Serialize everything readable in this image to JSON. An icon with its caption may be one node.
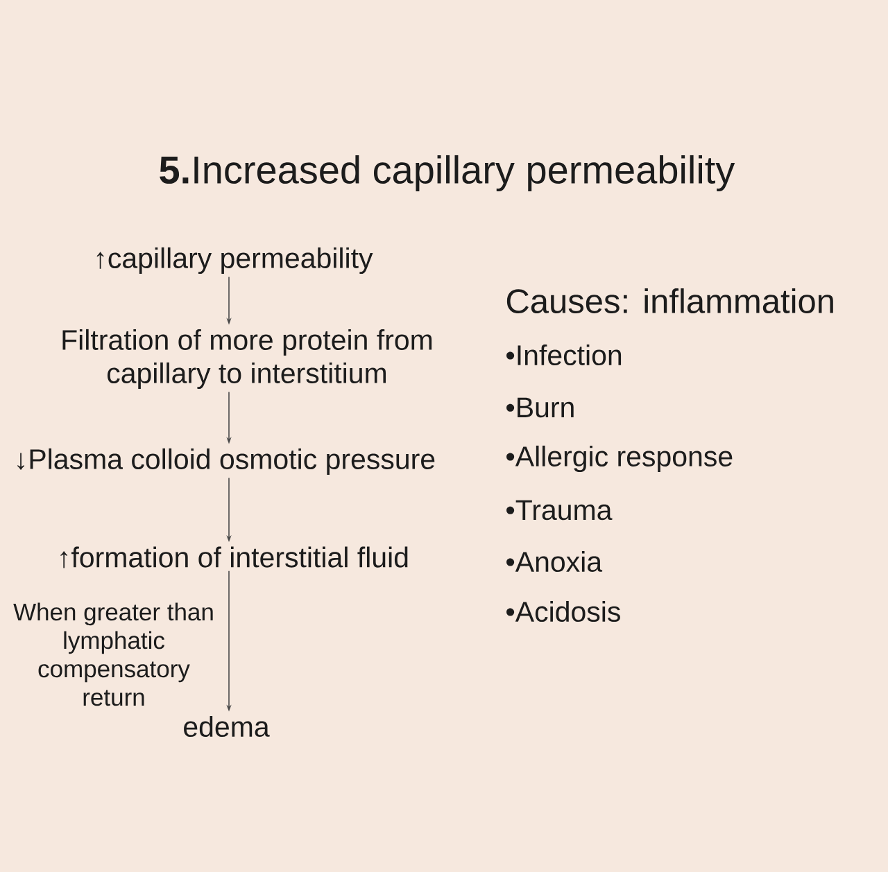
{
  "diagram": {
    "title": "**5.**Increased capillary permeability",
    "nodes": [
      {
        "text": [
          "↑capillary permeability"
        ]
      },
      {
        "text": [
          "Filtration of more protein from capillary to interstitium"
        ]
      },
      {
        "text": [
          "↓Plasma colloid osmotic pressure"
        ]
      },
      {
        "text": [
          "↑formation of interstitial fluid"
        ]
      },
      {
        "text": [
          "edema"
        ]
      }
    ],
    "edges": [
      {
        "from": 0,
        "to": 1,
        "arrow": "to"
      },
      {
        "from": 1,
        "to": 2,
        "arrow": "to"
      },
      {
        "from": 2,
        "to": 3,
        "arrow": "to"
      },
      {
        "from": 3,
        "to": 4,
        "arrow": "to",
        "label": "When greater than lymphatic compensatory return"
      }
    ],
    "labels": [
      "Causes: inflammation",
      "•Infection",
      "•Burn",
      "•Allergic response",
      "•Trauma",
      "•Anoxia",
      "•Acidosis"
    ]
  }
}
